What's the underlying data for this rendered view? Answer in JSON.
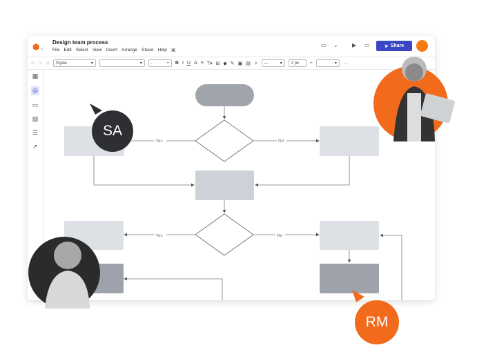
{
  "header": {
    "title": "Design team process",
    "menu": [
      "File",
      "Edit",
      "Select",
      "View",
      "Insert",
      "Arrange",
      "Share",
      "Help"
    ],
    "share_label": "Share"
  },
  "toolbar": {
    "styles_label": "Styles",
    "line_width": "2 px"
  },
  "flow": {
    "yes1": "Yes",
    "no1": "No",
    "yes2": "Yes",
    "no2": "No"
  },
  "collaborators": [
    {
      "initials": "SA",
      "color": "#2d2f33"
    },
    {
      "initials": "RM",
      "color": "#f26b1d"
    }
  ],
  "colors": {
    "accent": "#3a46c4",
    "orange": "#f26b1d"
  }
}
